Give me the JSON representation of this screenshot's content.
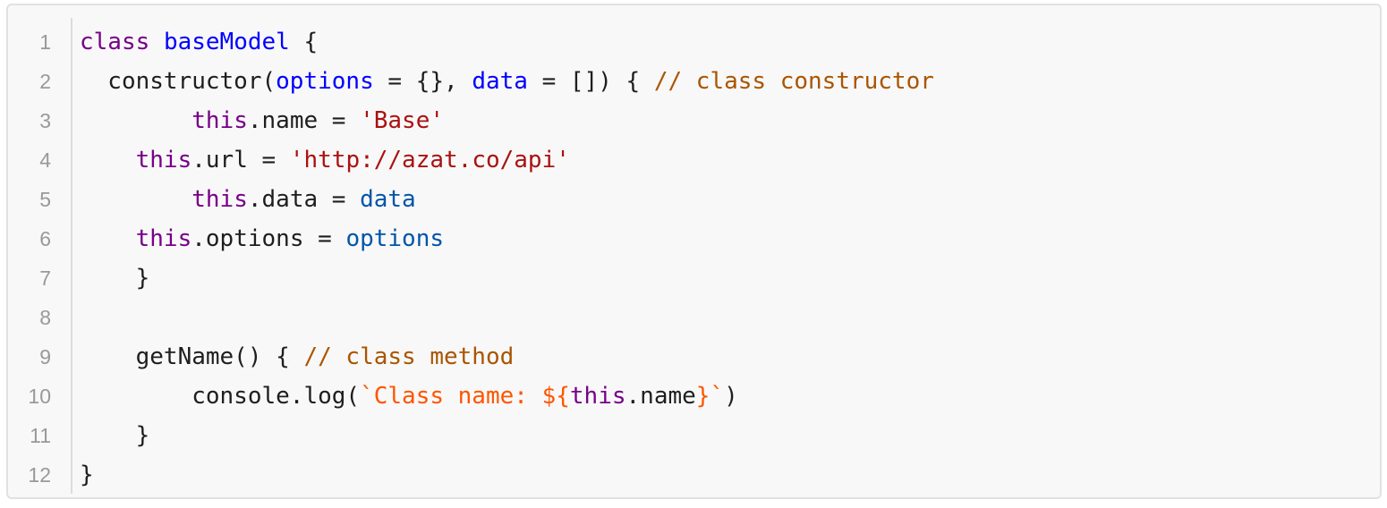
{
  "colors": {
    "background": "#f8f8f8",
    "border": "#e1e1e1",
    "line_number": "#999999",
    "plain": "#1e1e1e",
    "keyword": "#770088",
    "definition": "#0000ff",
    "parameter": "#0000ff",
    "variable": "#0055aa",
    "string": "#aa1111",
    "comment": "#aa5500",
    "template_string": "#ff5500"
  },
  "code_lines": [
    {
      "number": "1",
      "tokens": [
        {
          "text": "class",
          "type": "keyword"
        },
        {
          "text": " ",
          "type": "plain"
        },
        {
          "text": "baseModel",
          "type": "definition"
        },
        {
          "text": " {",
          "type": "plain"
        }
      ]
    },
    {
      "number": "2",
      "tokens": [
        {
          "text": "  constructor(",
          "type": "plain"
        },
        {
          "text": "options",
          "type": "parameter"
        },
        {
          "text": " = {}, ",
          "type": "plain"
        },
        {
          "text": "data",
          "type": "parameter"
        },
        {
          "text": " = []) { ",
          "type": "plain"
        },
        {
          "text": "// class constructor",
          "type": "comment"
        }
      ]
    },
    {
      "number": "3",
      "tokens": [
        {
          "text": "        ",
          "type": "plain"
        },
        {
          "text": "this",
          "type": "keyword"
        },
        {
          "text": ".name = ",
          "type": "plain"
        },
        {
          "text": "'Base'",
          "type": "string"
        }
      ]
    },
    {
      "number": "4",
      "tokens": [
        {
          "text": "    ",
          "type": "plain"
        },
        {
          "text": "this",
          "type": "keyword"
        },
        {
          "text": ".url = ",
          "type": "plain"
        },
        {
          "text": "'http://azat.co/api'",
          "type": "string"
        }
      ]
    },
    {
      "number": "5",
      "tokens": [
        {
          "text": "        ",
          "type": "plain"
        },
        {
          "text": "this",
          "type": "keyword"
        },
        {
          "text": ".data = ",
          "type": "plain"
        },
        {
          "text": "data",
          "type": "variable"
        }
      ]
    },
    {
      "number": "6",
      "tokens": [
        {
          "text": "    ",
          "type": "plain"
        },
        {
          "text": "this",
          "type": "keyword"
        },
        {
          "text": ".options = ",
          "type": "plain"
        },
        {
          "text": "options",
          "type": "variable"
        }
      ]
    },
    {
      "number": "7",
      "tokens": [
        {
          "text": "    }",
          "type": "plain"
        }
      ]
    },
    {
      "number": "8",
      "tokens": []
    },
    {
      "number": "9",
      "tokens": [
        {
          "text": "    getName() { ",
          "type": "plain"
        },
        {
          "text": "// class method",
          "type": "comment"
        }
      ]
    },
    {
      "number": "10",
      "tokens": [
        {
          "text": "        console.log(",
          "type": "plain"
        },
        {
          "text": "`Class name: ${",
          "type": "template_string"
        },
        {
          "text": "this",
          "type": "keyword"
        },
        {
          "text": ".name",
          "type": "plain"
        },
        {
          "text": "}`",
          "type": "template_string"
        },
        {
          "text": ")",
          "type": "plain"
        }
      ]
    },
    {
      "number": "11",
      "tokens": [
        {
          "text": "    }",
          "type": "plain"
        }
      ]
    },
    {
      "number": "12",
      "tokens": [
        {
          "text": "}",
          "type": "plain"
        }
      ]
    }
  ]
}
